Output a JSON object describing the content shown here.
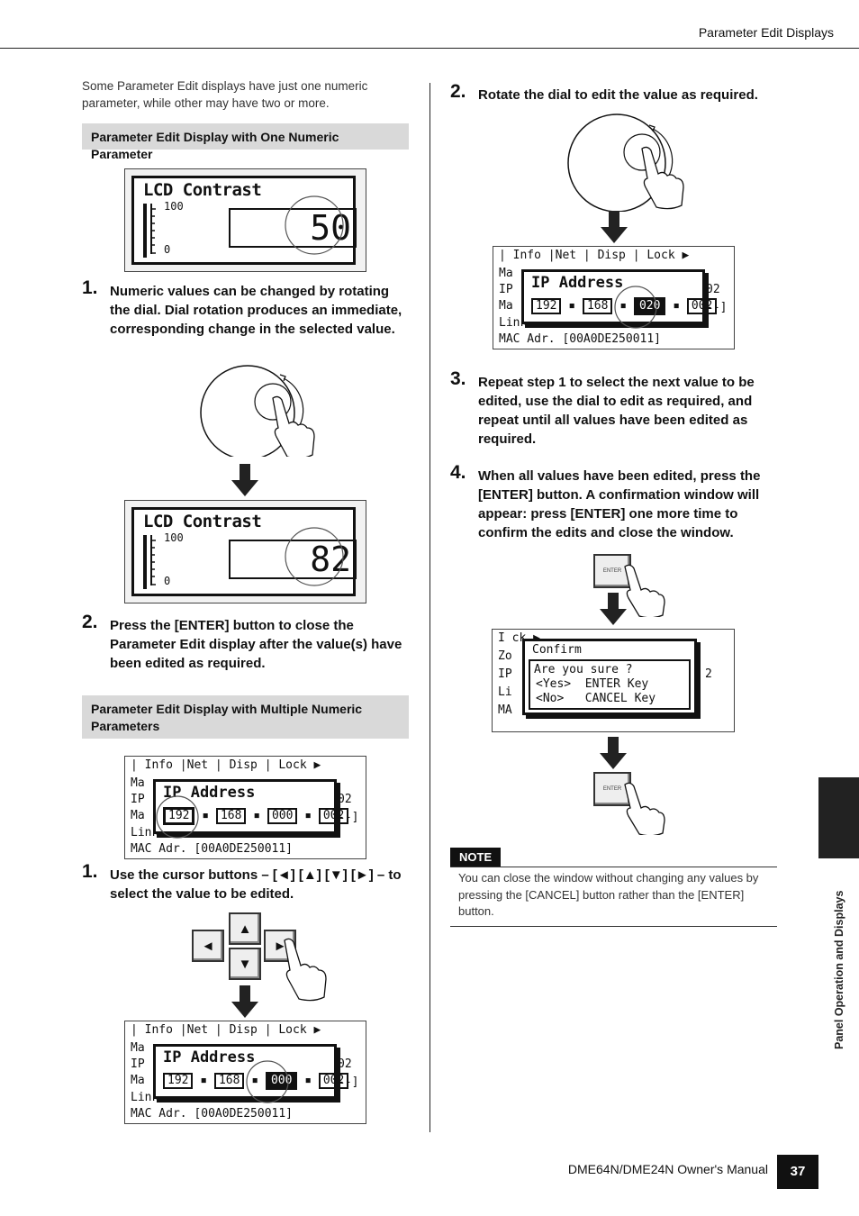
{
  "header": {
    "title": "Parameter Edit Displays"
  },
  "intro": "Some Parameter Edit displays have just one numeric parameter, while other may have two or more.",
  "section1": {
    "heading": "Parameter Edit Display with One Numeric Parameter",
    "lcd_title": "LCD Contrast",
    "lcd_max": "100",
    "lcd_min": "0",
    "value_before": "50",
    "value_after": "82",
    "step1_num": "1.",
    "step1_text": "Numeric values can be changed by rotating the dial. Dial rotation produces an immediate, corresponding change in the selected value.",
    "step2_num": "2.",
    "step2_text": "Press the [ENTER] button to close the Parameter Edit display after the value(s) have been edited as required."
  },
  "section2": {
    "heading": "Parameter Edit Display with Multiple Numeric Parameters",
    "step1_num": "1.",
    "step1_text": "Use the cursor buttons – [◄] [▲] [▼] [►] – to select the value to be edited.",
    "step2_num": "2.",
    "step2_text": "Rotate the dial to edit the value as required.",
    "step3_num": "3.",
    "step3_text": "Repeat step 1 to select the next value to be edited, use the dial to edit as required, and repeat until all values have been edited as required.",
    "step4_num": "4.",
    "step4_text": "When all values have been edited, press the [ENTER] button. A confirmation window will appear: press [ENTER] one more time to confirm the edits and close the window."
  },
  "ip_screen": {
    "tabs": "| Info |Net  | Disp | Lock ▶",
    "popup_title": "IP Address",
    "row_ma": "Ma",
    "row_ip": "IP",
    "row_link": "Link Mode",
    "row_mac": "MAC Adr.  [00A0DE250011]",
    "right1": "02",
    "right2": "--]",
    "field1": "192",
    "field2": "168",
    "field3a": "000",
    "field3b": "020",
    "field4": "002"
  },
  "cursor_buttons": {
    "left": "◄",
    "up": "▲",
    "down": "▼",
    "right": "►"
  },
  "enter_label": "ENTER",
  "confirm": {
    "title": "Confirm",
    "line1": "Are you sure ?",
    "line2": "<Yes>  ENTER Key",
    "line3": "<No>   CANCEL Key",
    "bg_rows": [
      "Zo",
      "IP",
      "Li",
      "MA"
    ],
    "bg_top": "I           ck ▶",
    "bg_right": "2"
  },
  "note": {
    "tag": "NOTE",
    "text": "You can close the window without changing any values by pressing the [CANCEL] button rather than the [ENTER] button."
  },
  "side_label": "Panel Operation and Displays",
  "footer": {
    "manual": "DME64N/DME24N Owner's Manual",
    "page": "37"
  }
}
